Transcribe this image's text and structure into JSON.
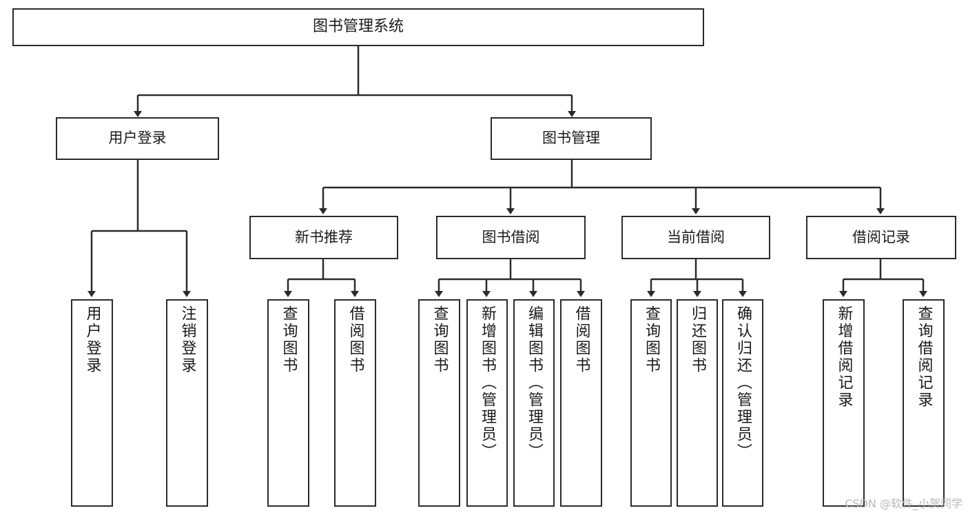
{
  "diagram": {
    "type": "tree",
    "title": "图书管理系统",
    "watermark": "CSDN @软件_小贺同学",
    "colors": {
      "stroke": "#2b2b2b",
      "fill": "#ffffff",
      "text": "#1a1a1a",
      "watermark": "#b9b9b9"
    },
    "nodes": {
      "root": {
        "label": "图书管理系统"
      },
      "level2": [
        {
          "label": "用户登录"
        },
        {
          "label": "图书管理"
        }
      ],
      "level3": [
        {
          "label": "新书推荐"
        },
        {
          "label": "图书借阅"
        },
        {
          "label": "当前借阅"
        },
        {
          "label": "借阅记录"
        }
      ],
      "leaves_user_login": [
        {
          "label": "用户登录"
        },
        {
          "label": "注销登录"
        }
      ],
      "leaves_new_books": [
        {
          "label": "查询图书"
        },
        {
          "label": "借阅图书"
        }
      ],
      "leaves_borrow": [
        {
          "label": "查询图书"
        },
        {
          "label": "新增图书（管理员）"
        },
        {
          "label": "编辑图书（管理员）"
        },
        {
          "label": "借阅图书"
        }
      ],
      "leaves_current": [
        {
          "label": "查询图书"
        },
        {
          "label": "归还图书"
        },
        {
          "label": "确认归还（管理员）"
        }
      ],
      "leaves_records": [
        {
          "label": "新增借阅记录"
        },
        {
          "label": "查询借阅记录"
        }
      ]
    }
  }
}
